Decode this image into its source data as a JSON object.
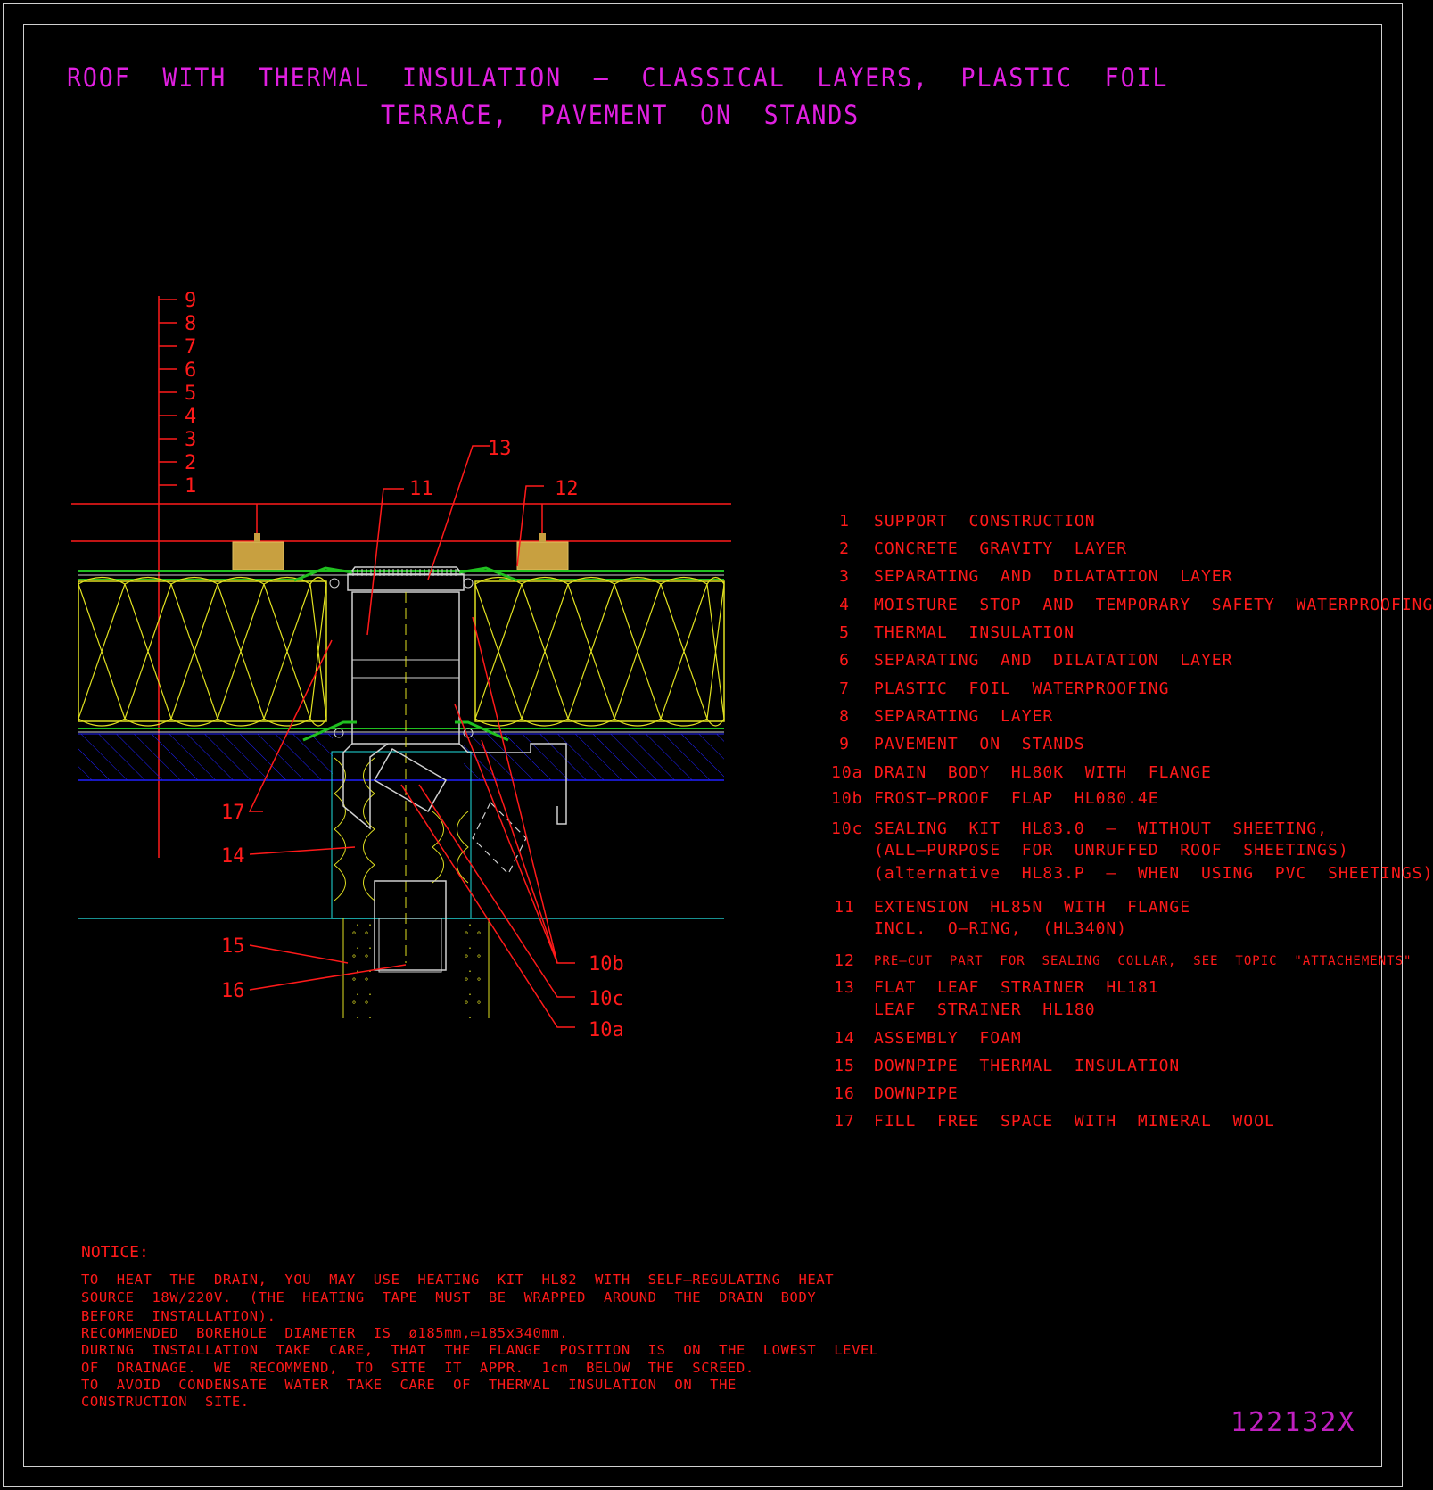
{
  "title": {
    "line1": "ROOF  WITH  THERMAL  INSULATION  –  CLASSICAL  LAYERS,  PLASTIC  FOIL",
    "line2": "TERRACE,  PAVEMENT  ON  STANDS"
  },
  "layer_scale": [
    "9",
    "8",
    "7",
    "6",
    "5",
    "4",
    "3",
    "2",
    "1"
  ],
  "callouts": {
    "c11": "11",
    "c12": "12",
    "c13": "13",
    "c14": "14",
    "c15": "15",
    "c16": "16",
    "c17": "17",
    "c10a": "10a",
    "c10b": "10b",
    "c10c": "10c"
  },
  "legend": [
    {
      "num": "1",
      "text": "SUPPORT  CONSTRUCTION"
    },
    {
      "num": "2",
      "text": "CONCRETE  GRAVITY  LAYER"
    },
    {
      "num": "3",
      "text": "SEPARATING  AND  DILATATION  LAYER"
    },
    {
      "num": "4",
      "text": "MOISTURE  STOP  AND  TEMPORARY  SAFETY  WATERPROOFING"
    },
    {
      "num": "5",
      "text": "THERMAL  INSULATION"
    },
    {
      "num": "6",
      "text": "SEPARATING  AND  DILATATION  LAYER"
    },
    {
      "num": "7",
      "text": "PLASTIC  FOIL  WATERPROOFING"
    },
    {
      "num": "8",
      "text": "SEPARATING  LAYER"
    },
    {
      "num": "9",
      "text": "PAVEMENT  ON  STANDS"
    },
    {
      "num": "10a",
      "text": "DRAIN  BODY  HL80K  WITH  FLANGE"
    },
    {
      "num": "10b",
      "text": "FROST–PROOF  FLAP  HL080.4E"
    },
    {
      "num": "10c",
      "text": "SEALING  KIT  HL83.0  –  WITHOUT  SHEETING,"
    },
    {
      "num": "",
      "text": "(ALL–PURPOSE  FOR  UNRUFFED  ROOF  SHEETINGS)"
    },
    {
      "num": "",
      "text": "(alternative  HL83.P  –  WHEN  USING  PVC  SHEETINGS)"
    },
    {
      "num": "11",
      "text": "EXTENSION  HL85N  WITH  FLANGE"
    },
    {
      "num": "",
      "text": "INCL.  O–RING,  (HL340N)"
    },
    {
      "num": "12",
      "text": "PRE–CUT  PART  FOR  SEALING  COLLAR,  SEE  TOPIC  \"ATTACHEMENTS\""
    },
    {
      "num": "13",
      "text": "FLAT  LEAF  STRAINER  HL181"
    },
    {
      "num": "",
      "text": "LEAF  STRAINER  HL180"
    },
    {
      "num": "14",
      "text": "ASSEMBLY  FOAM"
    },
    {
      "num": "15",
      "text": "DOWNPIPE  THERMAL  INSULATION"
    },
    {
      "num": "16",
      "text": "DOWNPIPE"
    },
    {
      "num": "17",
      "text": "FILL  FREE  SPACE  WITH  MINERAL  WOOL"
    }
  ],
  "notice": {
    "heading": "NOTICE:",
    "lines": [
      "TO  HEAT  THE  DRAIN,  YOU  MAY  USE  HEATING  KIT  HL82  WITH  SELF–REGULATING  HEAT",
      "SOURCE  18W/220V.  (THE  HEATING  TAPE  MUST  BE  WRAPPED  AROUND  THE  DRAIN  BODY",
      "BEFORE  INSTALLATION).",
      "RECOMMENDED  BOREHOLE  DIAMETER  IS  ø185mm,▭185x340mm.",
      "DURING  INSTALLATION  TAKE  CARE,  THAT  THE  FLANGE  POSITION  IS  ON  THE  LOWEST  LEVEL",
      "OF  DRAINAGE.  WE  RECOMMEND,  TO  SITE  IT  APPR.  1cm  BELOW  THE  SCREED.",
      "TO  AVOID  CONDENSATE  WATER  TAKE  CARE  OF  THERMAL  INSULATION  ON  THE",
      "CONSTRUCTION  SITE."
    ]
  },
  "drawing_id": "122132X",
  "colors": {
    "background": "#000000",
    "title": "#e020e0",
    "annotation": "#ff1a1a",
    "insulation": "#e0e020",
    "structure": "#20e0e0",
    "foil": "#20c020",
    "stand": "#c8a040",
    "concrete": "#2020ff"
  }
}
